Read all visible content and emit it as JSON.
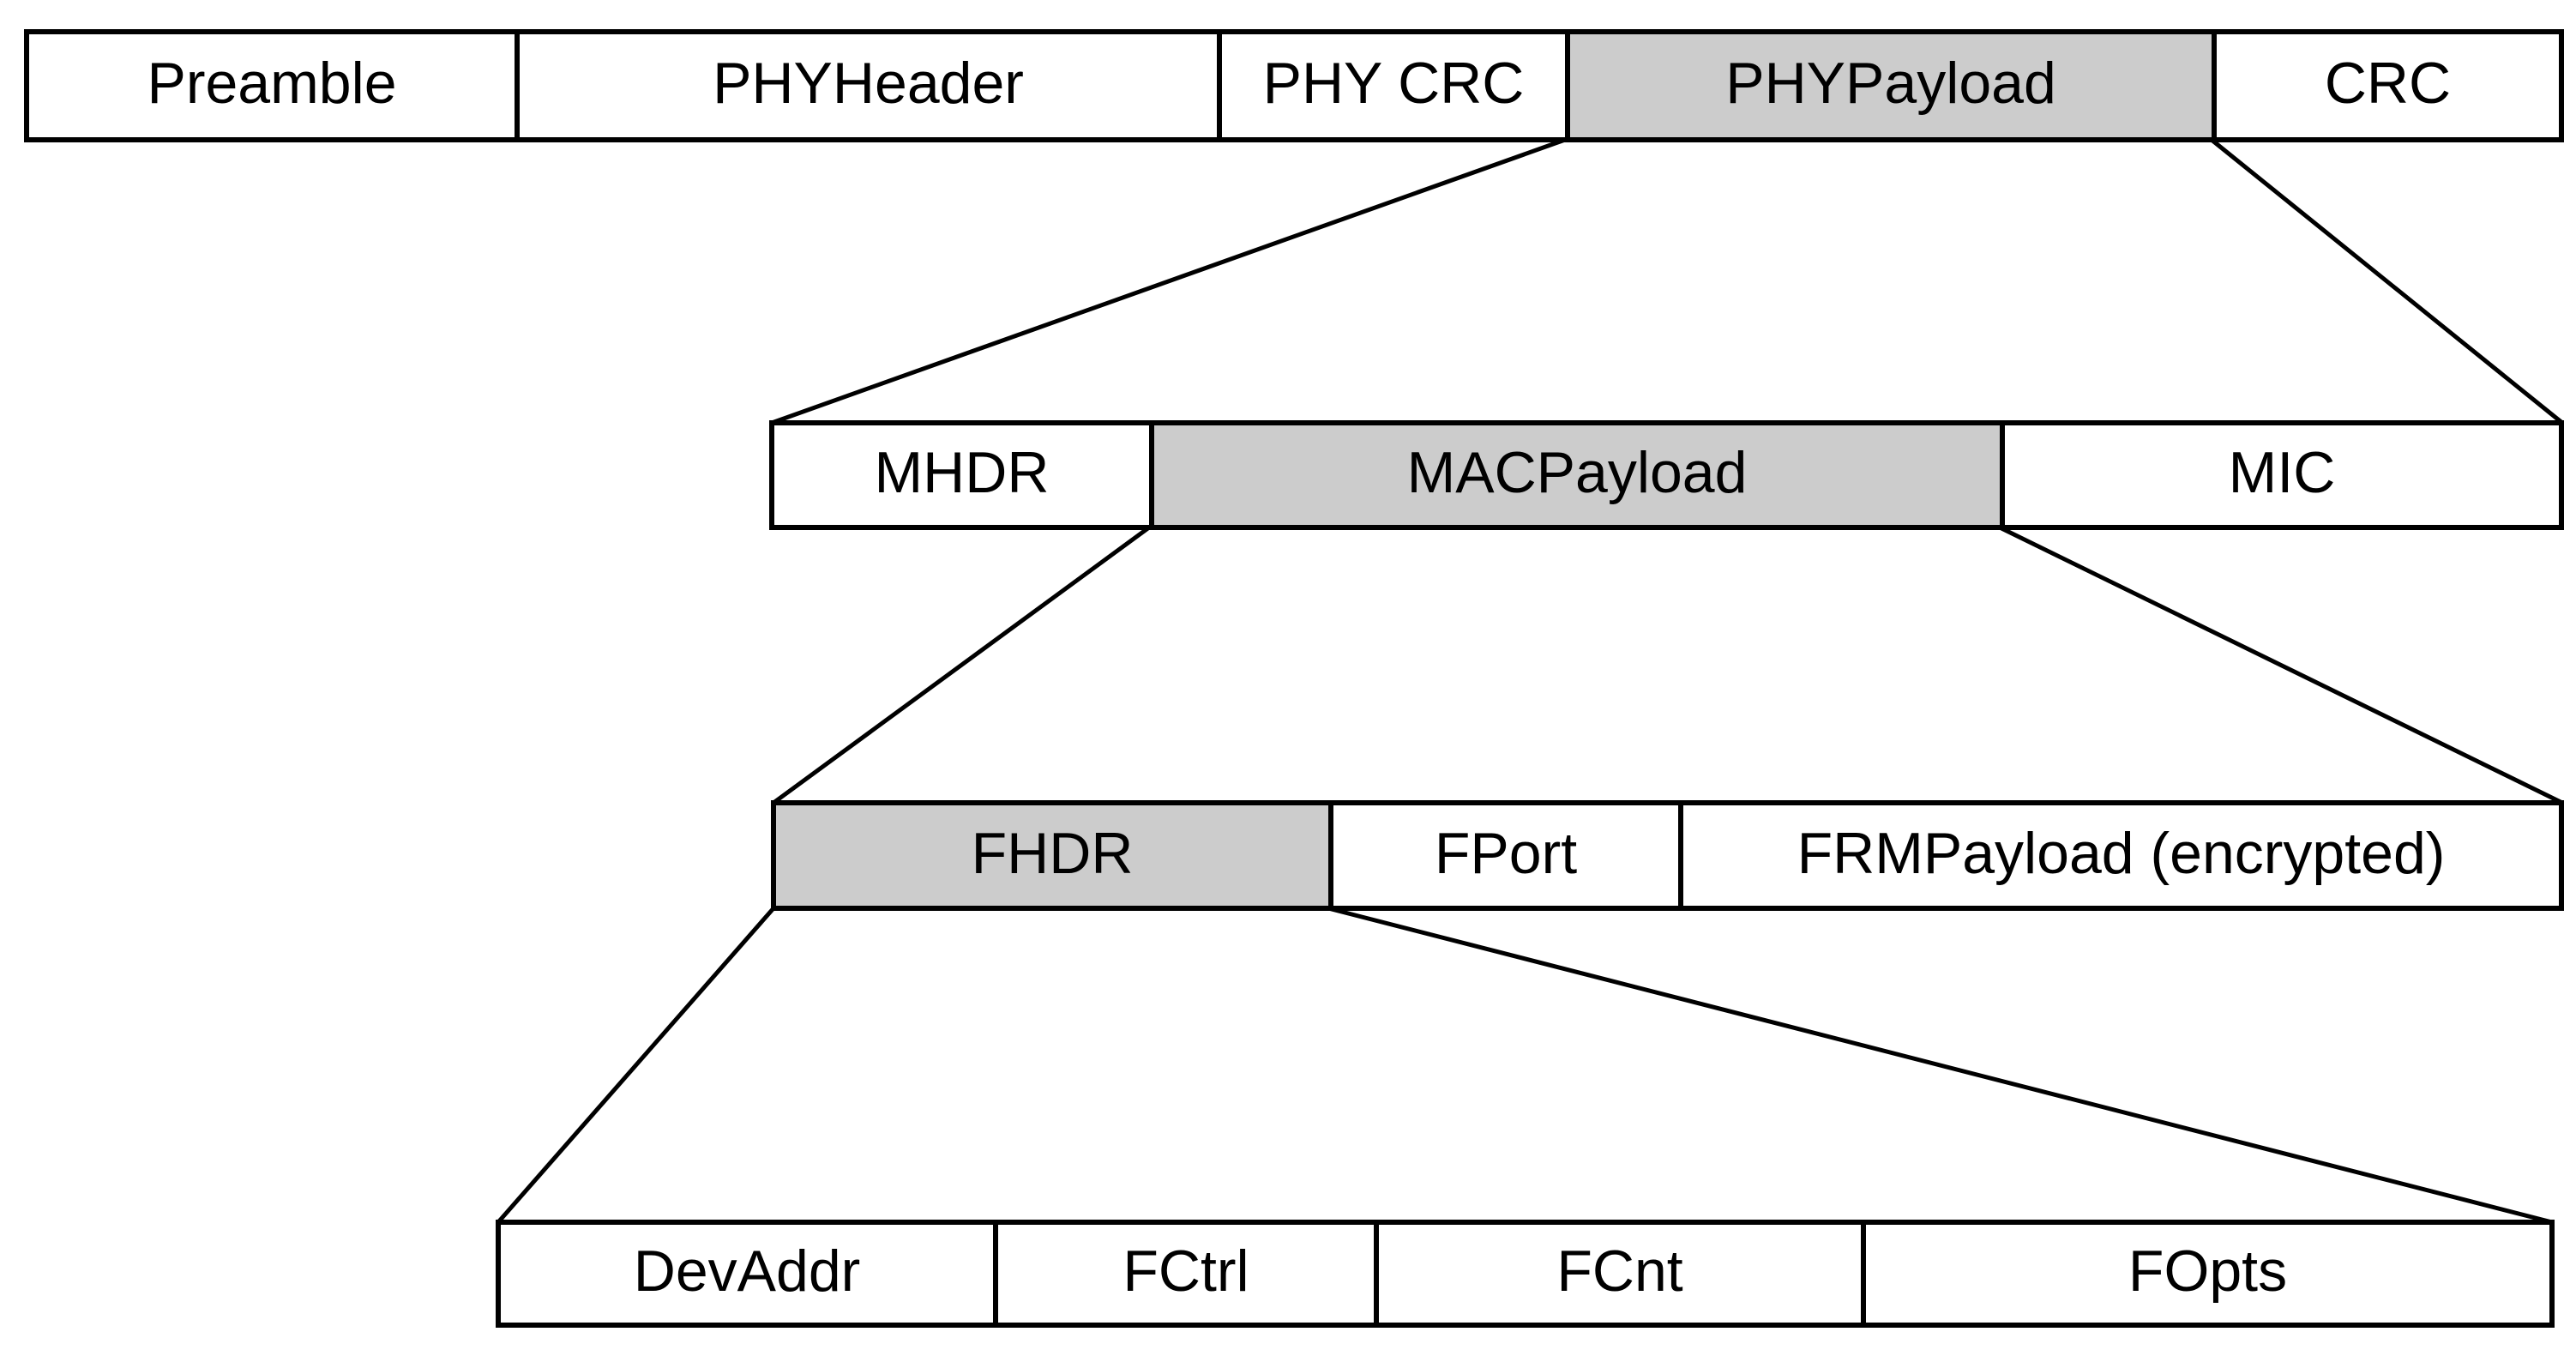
{
  "colors": {
    "shaded_cell": "#cccccc",
    "cell_background": "#ffffff",
    "border": "#000000",
    "page_background": "#ffffff"
  },
  "diagram": {
    "description": "Nested packet structure diagram with expansion lines",
    "rows": [
      {
        "id": "physical-layer",
        "cells": [
          {
            "label": "Preamble",
            "shaded": false
          },
          {
            "label": "PHYHeader",
            "shaded": false
          },
          {
            "label": "PHY CRC",
            "shaded": false
          },
          {
            "label": "PHYPayload",
            "shaded": true
          },
          {
            "label": "CRC",
            "shaded": false
          }
        ]
      },
      {
        "id": "phypayload-detail",
        "cells": [
          {
            "label": "MHDR",
            "shaded": false
          },
          {
            "label": "MACPayload",
            "shaded": true
          },
          {
            "label": "MIC",
            "shaded": false
          }
        ]
      },
      {
        "id": "macpayload-detail",
        "cells": [
          {
            "label": "FHDR",
            "shaded": true
          },
          {
            "label": "FPort",
            "shaded": false
          },
          {
            "label": "FRMPayload (encrypted)",
            "shaded": false
          }
        ]
      },
      {
        "id": "fhdr-detail",
        "cells": [
          {
            "label": "DevAddr",
            "shaded": false
          },
          {
            "label": "FCtrl",
            "shaded": false
          },
          {
            "label": "FCnt",
            "shaded": false
          },
          {
            "label": "FOpts",
            "shaded": false
          }
        ]
      }
    ]
  }
}
